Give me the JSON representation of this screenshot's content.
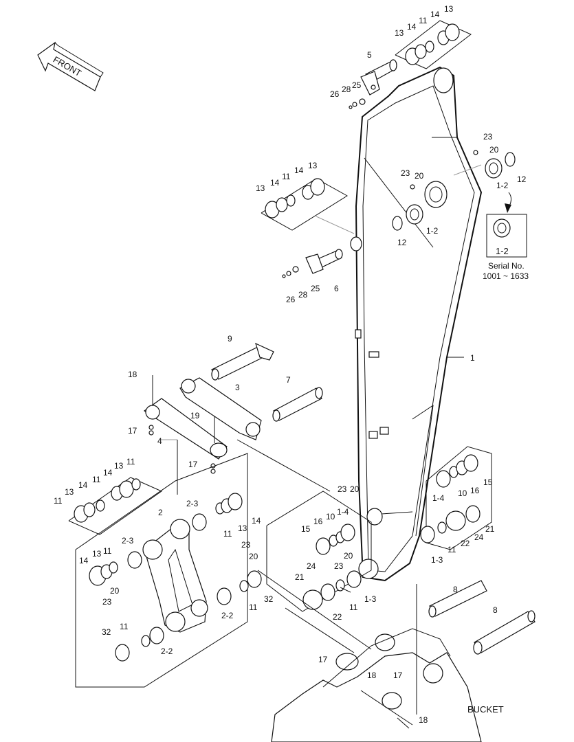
{
  "front_label": "FRONT",
  "bucket_label": "BUCKET",
  "serial_label": "Serial No.",
  "serial_range": "1001 ~ 1633",
  "inset_part": "1-2",
  "callouts": [
    {
      "id": "c-13a",
      "text": "13"
    },
    {
      "id": "c-14a",
      "text": "14"
    },
    {
      "id": "c-11a",
      "text": "11"
    },
    {
      "id": "c-14b",
      "text": "14"
    },
    {
      "id": "c-13b",
      "text": "13"
    },
    {
      "id": "c-5",
      "text": "5"
    },
    {
      "id": "c-26a",
      "text": "26"
    },
    {
      "id": "c-28a",
      "text": "28"
    },
    {
      "id": "c-25a",
      "text": "25"
    },
    {
      "id": "c-23a",
      "text": "23"
    },
    {
      "id": "c-20a",
      "text": "20"
    },
    {
      "id": "c-12a",
      "text": "12"
    },
    {
      "id": "c-1-2a",
      "text": "1-2"
    },
    {
      "id": "c-23b",
      "text": "23"
    },
    {
      "id": "c-20b",
      "text": "20"
    },
    {
      "id": "c-12b",
      "text": "12"
    },
    {
      "id": "c-1-2b",
      "text": "1-2"
    },
    {
      "id": "c-13c",
      "text": "13"
    },
    {
      "id": "c-14c",
      "text": "14"
    },
    {
      "id": "c-11b",
      "text": "11"
    },
    {
      "id": "c-14d",
      "text": "14"
    },
    {
      "id": "c-13d",
      "text": "13"
    },
    {
      "id": "c-26b",
      "text": "26"
    },
    {
      "id": "c-28b",
      "text": "28"
    },
    {
      "id": "c-25b",
      "text": "25"
    },
    {
      "id": "c-6",
      "text": "6"
    },
    {
      "id": "c-9",
      "text": "9"
    },
    {
      "id": "c-18a",
      "text": "18"
    },
    {
      "id": "c-3",
      "text": "3"
    },
    {
      "id": "c-7",
      "text": "7"
    },
    {
      "id": "c-1",
      "text": "1"
    },
    {
      "id": "c-19",
      "text": "19"
    },
    {
      "id": "c-17a",
      "text": "17"
    },
    {
      "id": "c-4",
      "text": "4"
    },
    {
      "id": "c-17b",
      "text": "17"
    },
    {
      "id": "c-11c",
      "text": "11"
    },
    {
      "id": "c-13e",
      "text": "13"
    },
    {
      "id": "c-14e",
      "text": "14"
    },
    {
      "id": "c-11d",
      "text": "11"
    },
    {
      "id": "c-14f",
      "text": "14"
    },
    {
      "id": "c-13f",
      "text": "13"
    },
    {
      "id": "c-11e",
      "text": "11"
    },
    {
      "id": "c-2",
      "text": "2"
    },
    {
      "id": "c-2-3a",
      "text": "2-3"
    },
    {
      "id": "c-11f",
      "text": "11"
    },
    {
      "id": "c-13g",
      "text": "13"
    },
    {
      "id": "c-14g",
      "text": "14"
    },
    {
      "id": "c-2-3b",
      "text": "2-3"
    },
    {
      "id": "c-14h",
      "text": "14"
    },
    {
      "id": "c-13h",
      "text": "13"
    },
    {
      "id": "c-11g",
      "text": "11"
    },
    {
      "id": "c-23c",
      "text": "23"
    },
    {
      "id": "c-20c",
      "text": "20"
    },
    {
      "id": "c-20d",
      "text": "20"
    },
    {
      "id": "c-23d",
      "text": "23"
    },
    {
      "id": "c-11h",
      "text": "11"
    },
    {
      "id": "c-32a",
      "text": "32"
    },
    {
      "id": "c-2-2a",
      "text": "2-2"
    },
    {
      "id": "c-32b",
      "text": "32"
    },
    {
      "id": "c-11i",
      "text": "11"
    },
    {
      "id": "c-2-2b",
      "text": "2-2"
    },
    {
      "id": "c-23e",
      "text": "23"
    },
    {
      "id": "c-20e",
      "text": "20"
    },
    {
      "id": "c-1-4a",
      "text": "1-4"
    },
    {
      "id": "c-15a",
      "text": "15"
    },
    {
      "id": "c-16a",
      "text": "16"
    },
    {
      "id": "c-10a",
      "text": "10"
    },
    {
      "id": "c-24a",
      "text": "24"
    },
    {
      "id": "c-23f",
      "text": "23"
    },
    {
      "id": "c-20f",
      "text": "20"
    },
    {
      "id": "c-21a",
      "text": "21"
    },
    {
      "id": "c-11j",
      "text": "11"
    },
    {
      "id": "c-1-3a",
      "text": "1-3"
    },
    {
      "id": "c-22a",
      "text": "22"
    },
    {
      "id": "c-1-4b",
      "text": "1-4"
    },
    {
      "id": "c-10b",
      "text": "10"
    },
    {
      "id": "c-16b",
      "text": "16"
    },
    {
      "id": "c-15b",
      "text": "15"
    },
    {
      "id": "c-21b",
      "text": "21"
    },
    {
      "id": "c-24b",
      "text": "24"
    },
    {
      "id": "c-22b",
      "text": "22"
    },
    {
      "id": "c-11k",
      "text": "11"
    },
    {
      "id": "c-1-3b",
      "text": "1-3"
    },
    {
      "id": "c-8a",
      "text": "8"
    },
    {
      "id": "c-8b",
      "text": "8"
    },
    {
      "id": "c-17c",
      "text": "17"
    },
    {
      "id": "c-18b",
      "text": "18"
    },
    {
      "id": "c-17d",
      "text": "17"
    },
    {
      "id": "c-18c",
      "text": "18"
    }
  ]
}
